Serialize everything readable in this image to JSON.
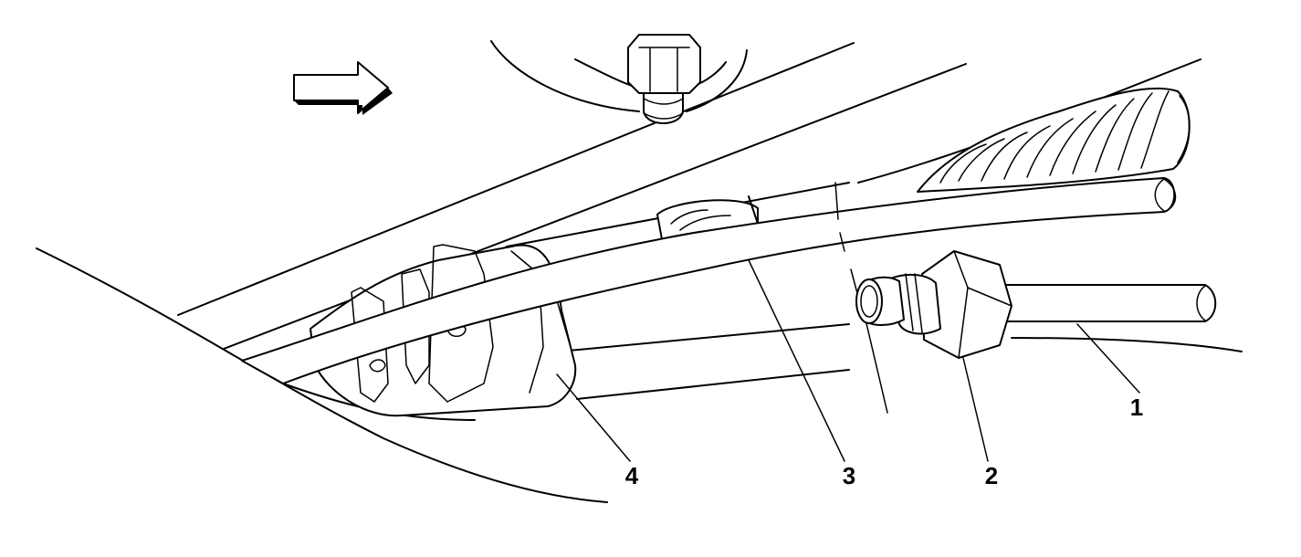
{
  "diagram": {
    "callouts": [
      {
        "id": "1",
        "label": "1"
      },
      {
        "id": "2",
        "label": "2"
      },
      {
        "id": "3",
        "label": "3"
      },
      {
        "id": "4",
        "label": "4"
      }
    ],
    "direction_indicator": "right-arrow-icon"
  }
}
